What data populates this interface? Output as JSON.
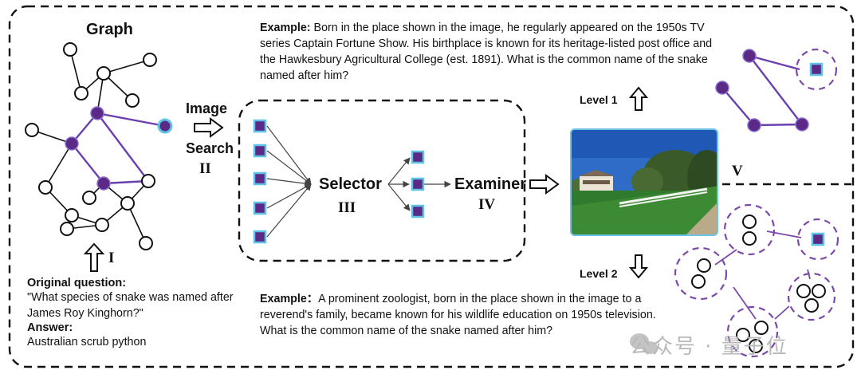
{
  "graph_title": "Graph",
  "steps": {
    "image_search_line1": "Image",
    "image_search_line2": "Search",
    "step2": "II",
    "selector": "Selector",
    "step3": "III",
    "examiner": "Examiner",
    "step4": "IV",
    "step1": "I",
    "step5": "V"
  },
  "levels": {
    "level1": "Level 1",
    "level2": "Level 2"
  },
  "example_top": {
    "prefix": "Example:",
    "text": " Born in the place shown in the image, he regularly appeared on the 1950s TV series Captain Fortune Show. His birthplace is known for its heritage-listed post office and the Hawkesbury Agricultural College (est. 1891). What is the common name of the snake named after him?"
  },
  "example_bottom": {
    "prefix": "Example：",
    "text": "A prominent zoologist, born in the place shown in the image to a reverend's family, became known for his wildlife education on 1950s television. What is the common name of the snake named after him?"
  },
  "original": {
    "question_label": "Original question:",
    "question": "\"What species of snake was named after James Roy Kinghorn?\"",
    "answer_label": "Answer:",
    "answer": "Australian scrub python"
  },
  "watermark": "公众号 · 量子位",
  "colors": {
    "purple": "#5b2a86",
    "edge_purple": "#6a3fb0",
    "cyan": "#5fc3e8",
    "dashed_purple": "#7b4aa8"
  },
  "icons": [
    "up-arrow-icon",
    "right-arrow-icon",
    "down-arrow-icon",
    "wechat-icon"
  ]
}
